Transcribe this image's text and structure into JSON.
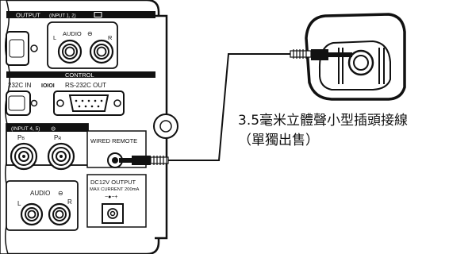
{
  "panel": {
    "output_header": "OUTPUT",
    "output_inputs": "(INPUT 1, 2)",
    "audio_label_top": "AUDIO",
    "left_channel_top": "L",
    "right_channel_top": "R",
    "control_header": "CONTROL",
    "rs232c_in": "232C IN",
    "rs232c_out": "RS-232C OUT",
    "input_45_header": "(INPUT 4, 5)",
    "pb_label": "P",
    "pb_sub": "B",
    "pr_label": "P",
    "pr_sub": "R",
    "wired_remote": "WIRED REMOTE",
    "dc_output_line1": "DC12V OUTPUT",
    "dc_output_line2": "MAX CURRENT 200mA",
    "dc_polarity": "−●−+",
    "audio_label_bottom": "AUDIO",
    "left_channel_bottom": "L",
    "right_channel_bottom": "R"
  },
  "caption": {
    "line1": "3.5毫米立體聲小型插頭接線",
    "line2": "（單獨出售）"
  }
}
